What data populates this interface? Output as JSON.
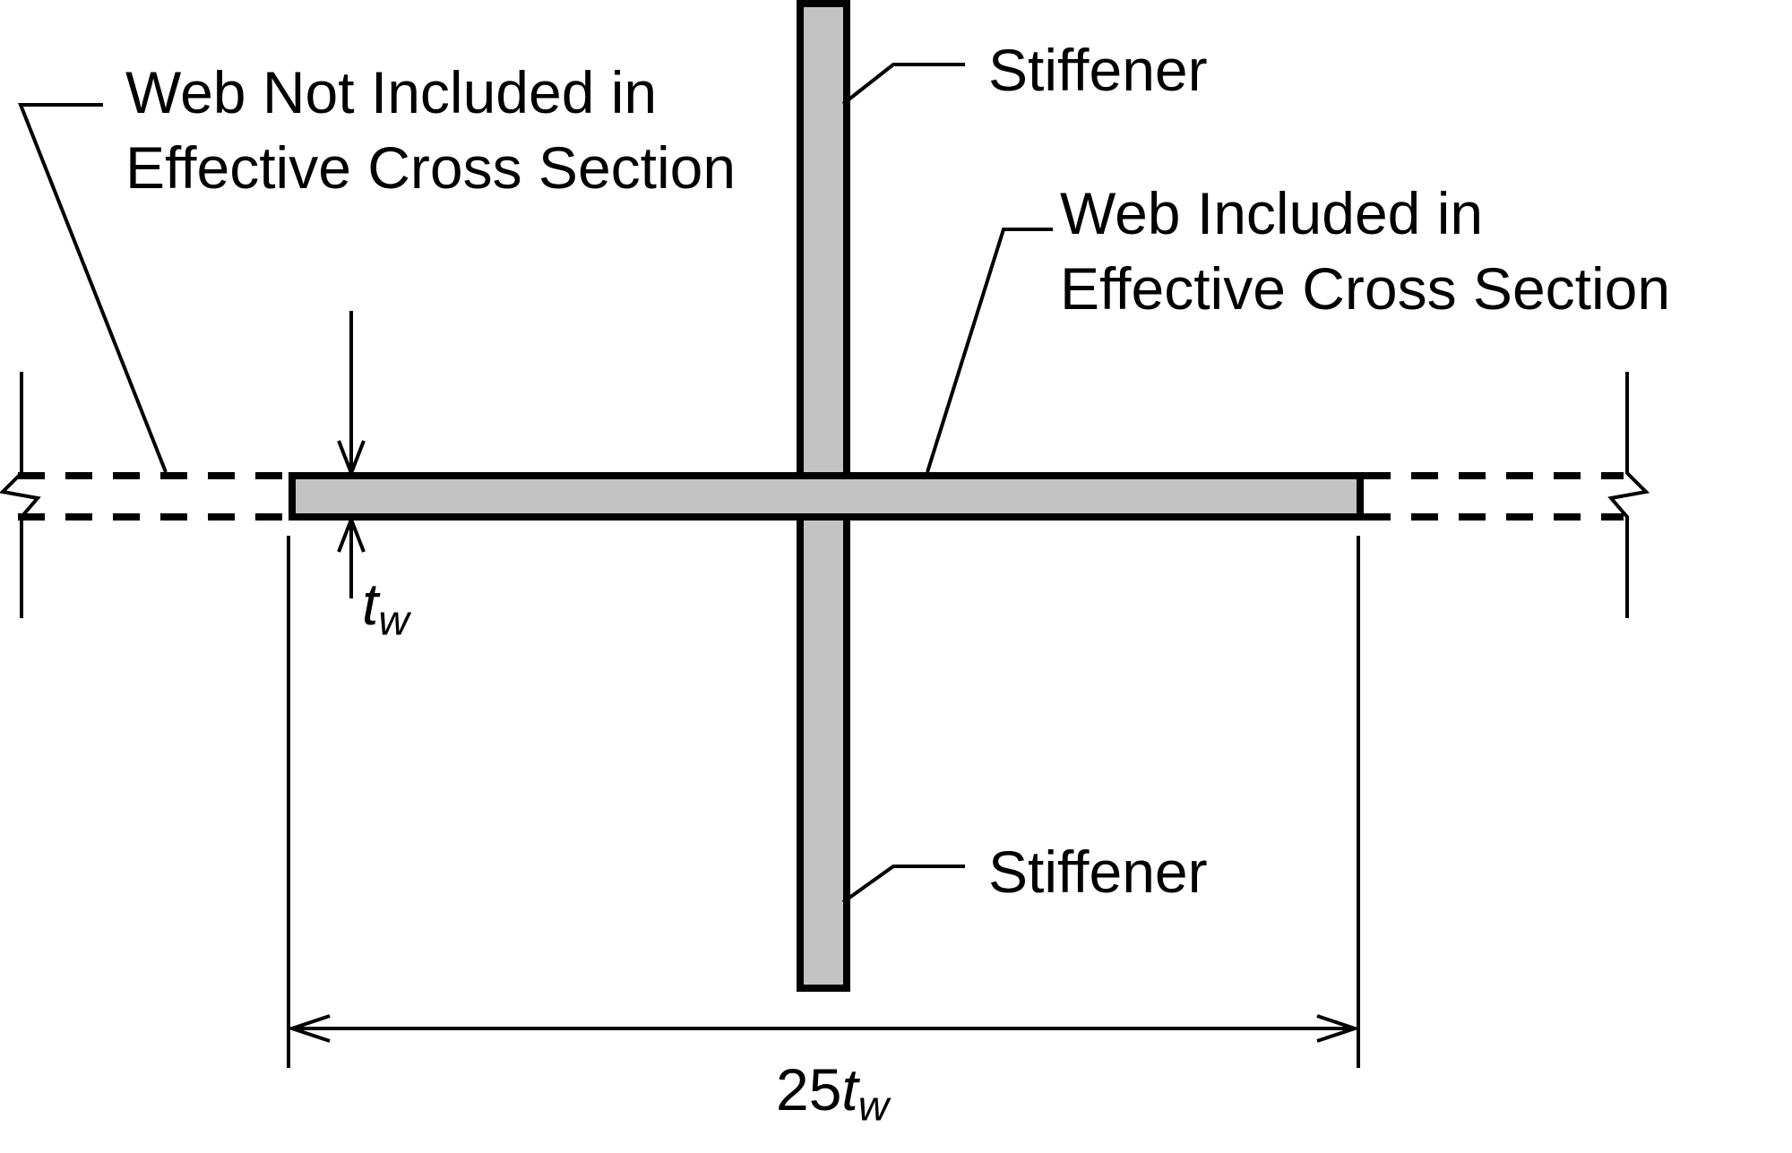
{
  "figure": {
    "labels": {
      "web_not_included": {
        "line1": "Web Not Included in",
        "line2": "Effective Cross Section"
      },
      "web_included": {
        "line1": "Web Included in",
        "line2": "Effective Cross Section"
      },
      "stiffener_top": "Stiffener",
      "stiffener_bottom": "Stiffener",
      "web_thickness": {
        "base": "t",
        "sub": "w"
      },
      "effective_width": {
        "prefix": "25",
        "base": "t",
        "sub": "w"
      }
    },
    "colors": {
      "plate_fill": "#c3c3c3",
      "line": "#000000",
      "background": "#ffffff"
    }
  }
}
